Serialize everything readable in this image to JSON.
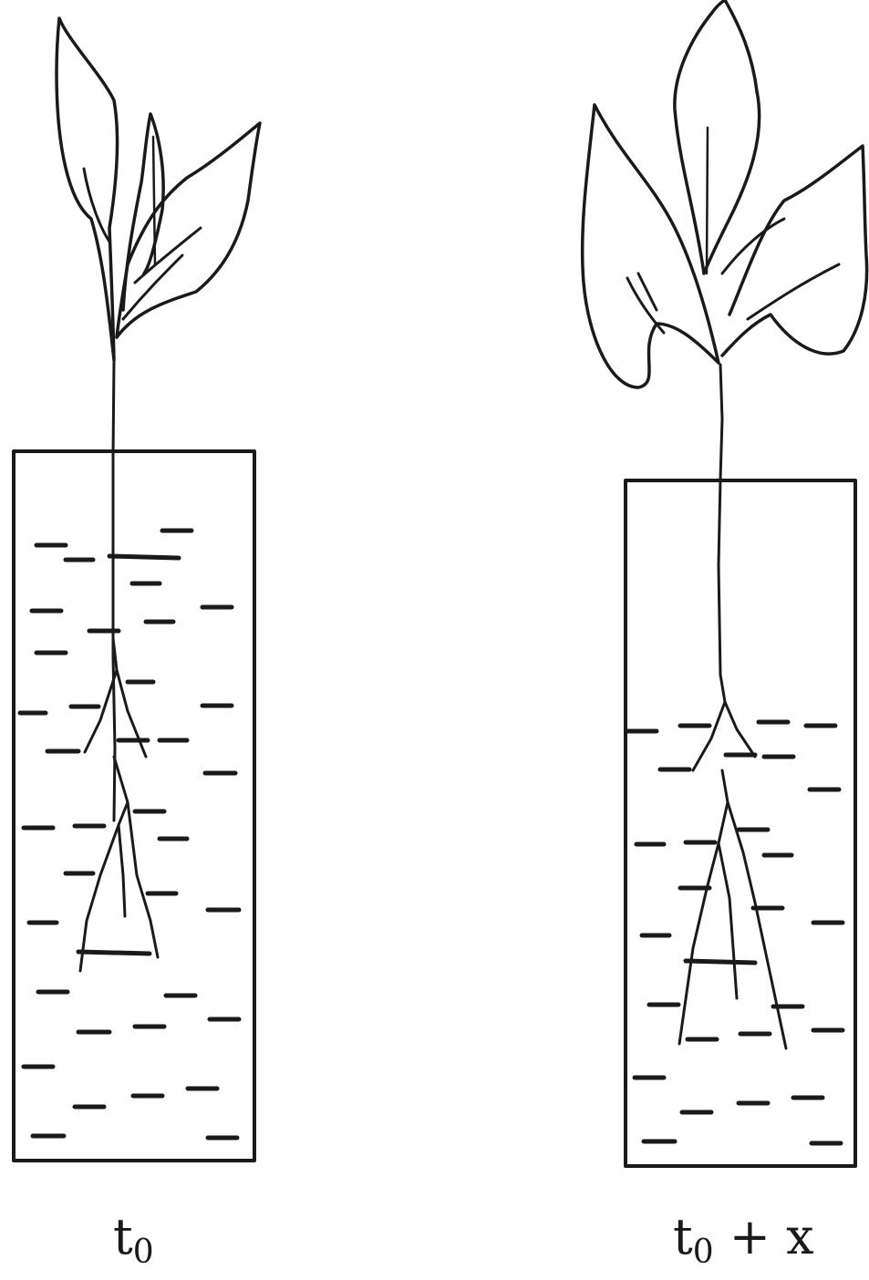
{
  "labels": {
    "left": {
      "base": "t",
      "sub": "0",
      "suffix": ""
    },
    "right": {
      "base": "t",
      "sub": "0",
      "suffix": " + x"
    }
  },
  "colors": {
    "ink": "#1a1a1a",
    "background": "#ffffff"
  },
  "panels": [
    {
      "name": "plant-t0",
      "water_level": "full"
    },
    {
      "name": "plant-t0-plus-x",
      "water_level": "lowered"
    }
  ]
}
